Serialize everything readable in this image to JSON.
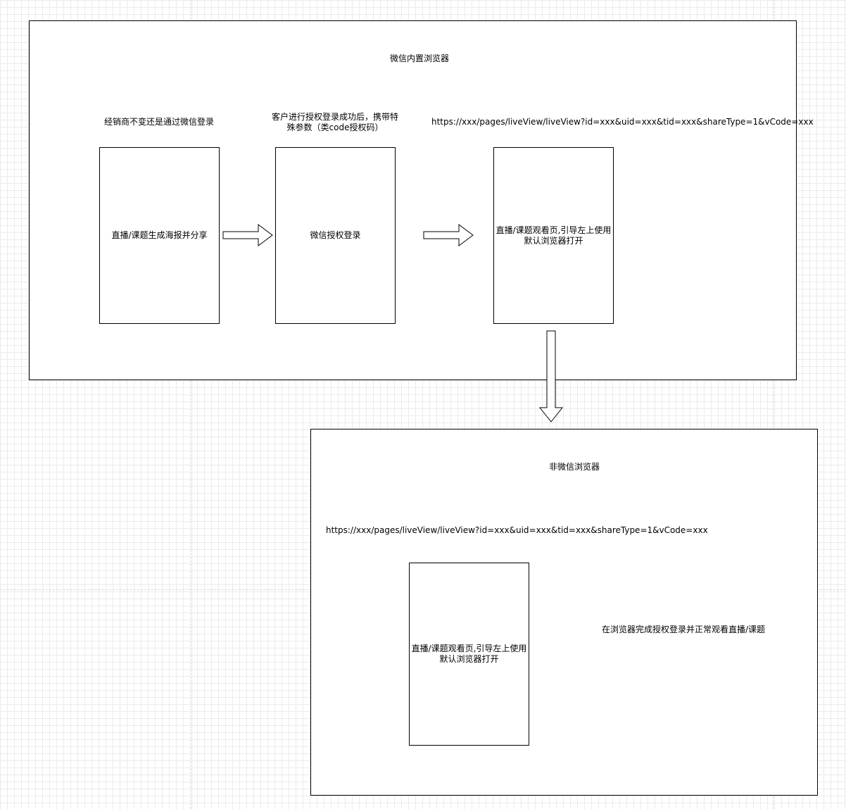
{
  "top_group": {
    "title": "微信内置浏览器",
    "step1_caption": "经销商不变还是通过微信登录",
    "step1_screen": "直播/课题生成海报并分享",
    "step2_caption": "客户进行授权登录成功后，携带特殊参数（类code授权码）",
    "step2_screen": "微信授权登录",
    "step3_caption": "https://xxx/pages/liveView/liveView?id=xxx&uid=xxx&tid=xxx&shareType=1&vCode=xxx",
    "step3_screen": "直播/课题观看页,引导左上使用默认浏览器打开"
  },
  "bottom_group": {
    "title": "非微信浏览器",
    "url_caption": "https://xxx/pages/liveView/liveView?id=xxx&uid=xxx&tid=xxx&shareType=1&vCode=xxx",
    "screen": "直播/课题观看页,引导左上使用默认浏览器打开",
    "result_text": "在浏览器完成授权登录并正常观看直播/课题"
  },
  "colors": {
    "stroke": "#000000",
    "fill": "#ffffff",
    "grid": "#ebebeb"
  }
}
